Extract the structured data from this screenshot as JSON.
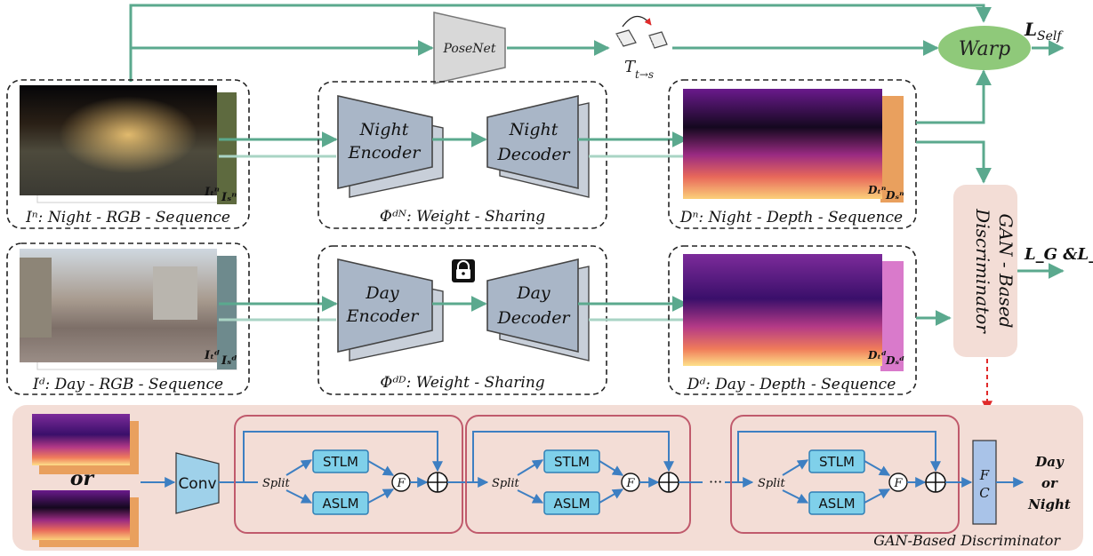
{
  "top": {
    "posenet_label": "PoseNet",
    "pose_label": "T",
    "pose_sub": "t→s",
    "warp_label": "Warp",
    "lself_main": "L",
    "lself_sub": "Self"
  },
  "night_branch": {
    "rgb_caption": "Iⁿ: Night - RGB - Sequence",
    "rgb_tag_t": "Iₜⁿ",
    "rgb_tag_s": "Iₛⁿ",
    "encoder_line1": "Night",
    "encoder_line2": "Encoder",
    "decoder_line1": "Night",
    "decoder_line2": "Decoder",
    "weight_caption": "Φᵈᴺ: Weight - Sharing",
    "depth_caption": "Dⁿ: Night - Depth - Sequence",
    "depth_tag_t": "Dₜⁿ",
    "depth_tag_s": "Dₛⁿ"
  },
  "day_branch": {
    "rgb_caption": "Iᵈ: Day - RGB - Sequence",
    "rgb_tag_t": "Iₜᵈ",
    "rgb_tag_s": "Iₛᵈ",
    "encoder_line1": "Day",
    "encoder_line2": "Encoder",
    "decoder_line1": "Day",
    "decoder_line2": "Decoder",
    "weight_caption": "Φᵈᴰ: Weight - Sharing",
    "depth_caption": "Dᵈ: Day - Depth - Sequence",
    "depth_tag_t": "Dₜᵈ",
    "depth_tag_s": "Dₛᵈ"
  },
  "gan_box": {
    "line1": "GAN - Based",
    "line2": "Discriminator",
    "loss_label": "L_G &L_D"
  },
  "discriminator": {
    "or_label": "or",
    "conv_label": "Conv",
    "split_label": "Split",
    "stlm_label": "STLM",
    "aslm_label": "ASLM",
    "fuse_label": "F",
    "dots": "···",
    "fc_line1": "F",
    "fc_line2": "C",
    "output_line1": "Day",
    "output_line2": "or",
    "output_line3": "Night",
    "caption": "GAN-Based Discriminator"
  },
  "colors": {
    "arrow_green": "#5ba98e",
    "arrow_blue": "#3d7fc2",
    "coder_fill": "#a9b6c7",
    "warp_fill": "#8fc97a",
    "panel_fill": "#f3ddd6",
    "block_border": "#c05a6c",
    "module_fill": "#7fd0ea",
    "dashed_red": "#e02a2a"
  }
}
